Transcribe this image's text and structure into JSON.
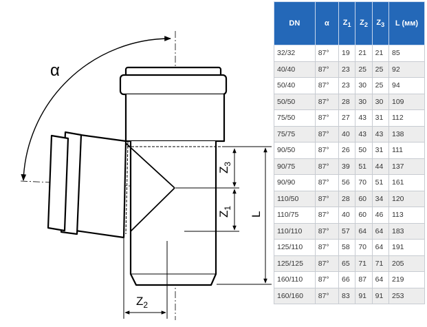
{
  "colors": {
    "header_bg": "#2468b8",
    "header_text": "#ffffff",
    "row_alt": "#ededed"
  },
  "drawing": {
    "angle_label": "α",
    "dim_L": "L",
    "dim_z1": "Z",
    "dim_z1_sub": "1",
    "dim_z2": "Z",
    "dim_z2_sub": "2",
    "dim_z3": "Z",
    "dim_z3_sub": "3"
  },
  "table": {
    "headers": {
      "dn": "DN",
      "alpha": "α",
      "z1": "Z",
      "z1_sub": "1",
      "z2": "Z",
      "z2_sub": "2",
      "z3": "Z",
      "z3_sub": "3",
      "l": "L (мм)"
    },
    "rows": [
      [
        "32/32",
        "87°",
        "19",
        "21",
        "21",
        "85"
      ],
      [
        "40/40",
        "87°",
        "23",
        "25",
        "25",
        "92"
      ],
      [
        "50/40",
        "87°",
        "23",
        "30",
        "25",
        "94"
      ],
      [
        "50/50",
        "87°",
        "28",
        "30",
        "30",
        "109"
      ],
      [
        "75/50",
        "87°",
        "27",
        "43",
        "31",
        "112"
      ],
      [
        "75/75",
        "87°",
        "40",
        "43",
        "43",
        "138"
      ],
      [
        "90/50",
        "87°",
        "26",
        "50",
        "31",
        "111"
      ],
      [
        "90/75",
        "87°",
        "39",
        "51",
        "44",
        "137"
      ],
      [
        "90/90",
        "87°",
        "56",
        "70",
        "51",
        "161"
      ],
      [
        "110/50",
        "87°",
        "28",
        "60",
        "34",
        "120"
      ],
      [
        "110/75",
        "87°",
        "40",
        "60",
        "46",
        "113"
      ],
      [
        "110/110",
        "87°",
        "57",
        "64",
        "64",
        "183"
      ],
      [
        "125/110",
        "87°",
        "58",
        "70",
        "64",
        "191"
      ],
      [
        "125/125",
        "87°",
        "65",
        "71",
        "71",
        "205"
      ],
      [
        "160/110",
        "87°",
        "66",
        "87",
        "64",
        "219"
      ],
      [
        "160/160",
        "87°",
        "83",
        "91",
        "91",
        "253"
      ]
    ]
  }
}
